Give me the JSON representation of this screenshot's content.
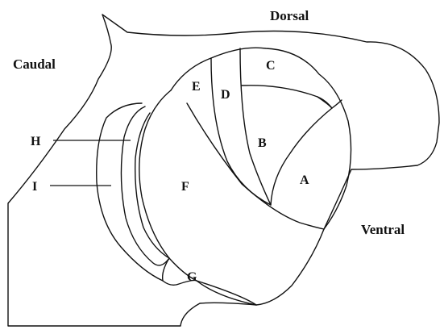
{
  "orientation": {
    "dorsal": "Dorsal",
    "caudal": "Caudal",
    "ventral": "Ventral"
  },
  "regions": {
    "a": "A",
    "b": "B",
    "c": "C",
    "d": "D",
    "e": "E",
    "f": "F",
    "g": "G",
    "h": "H",
    "i": "I"
  }
}
